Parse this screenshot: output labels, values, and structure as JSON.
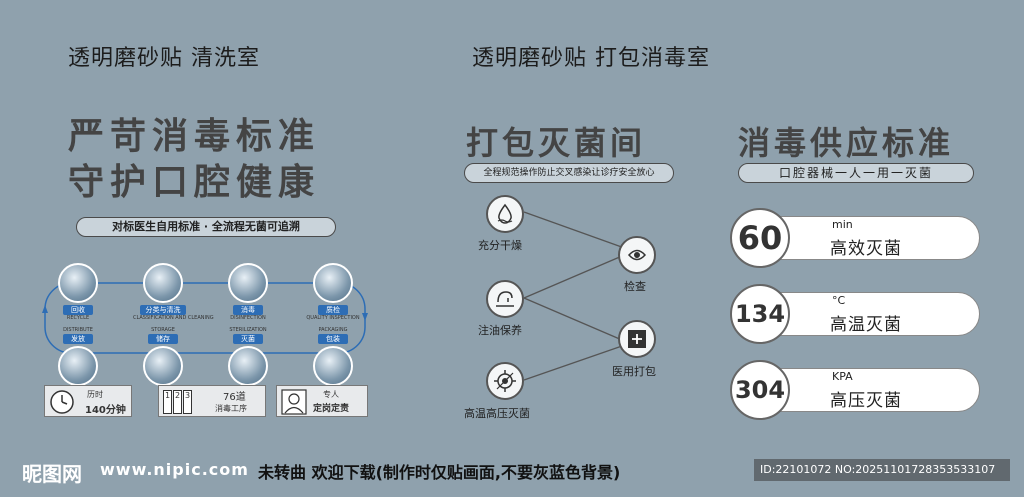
{
  "titles": {
    "left": "透明磨砂贴 清洗室",
    "right": "透明磨砂贴 打包消毒室"
  },
  "left_panel": {
    "headline_1": "严苛消毒标准",
    "headline_2": "守护口腔健康",
    "subtitle": "对标医生自用标准 · 全流程无菌可追溯",
    "flow_top": [
      {
        "tag": "回收",
        "sub": "RECYCLE"
      },
      {
        "tag": "分类与清洗",
        "sub": "CLASSIFICATION AND CLEANING"
      },
      {
        "tag": "消毒",
        "sub": "DISINFECTION"
      },
      {
        "tag": "质检",
        "sub": "QUALITY INSPECTION"
      }
    ],
    "flow_bottom": [
      {
        "tag": "发放",
        "sub": "DISTRIBUTE"
      },
      {
        "tag": "储存",
        "sub": "STORAGE"
      },
      {
        "tag": "灭菌",
        "sub": "STERILIZATION"
      },
      {
        "tag": "包装",
        "sub": "PACKAGING"
      }
    ],
    "stats": [
      {
        "small": "历时",
        "big": "140分钟"
      },
      {
        "small": "76道",
        "big": "消毒工序"
      },
      {
        "small": "专人",
        "big": "定岗定责"
      }
    ],
    "calendar_digits": [
      "1",
      "2",
      "3"
    ]
  },
  "mid_panel": {
    "title": "打包灭菌间",
    "subtitle": "全程规范操作防止交叉感染让诊疗安全放心",
    "nodes": [
      {
        "label": "充分干燥",
        "icon": "water-drop-icon"
      },
      {
        "label": "注油保养",
        "icon": "oil-icon"
      },
      {
        "label": "高温高压灭菌",
        "icon": "gear-virus-icon"
      },
      {
        "label": "检查",
        "icon": "eye-shield-icon"
      },
      {
        "label": "医用打包",
        "icon": "package-icon"
      }
    ]
  },
  "right_panel": {
    "title": "消毒供应标准",
    "subtitle": "口腔器械一人一用一灭菌",
    "rows": [
      {
        "number": "60",
        "unit": "min",
        "label": "高效灭菌"
      },
      {
        "number": "134",
        "unit": "°C",
        "label": "高温灭菌"
      },
      {
        "number": "304",
        "unit": "KPA",
        "label": "高压灭菌"
      }
    ]
  },
  "footer": {
    "logo_text": "昵图网",
    "site": "www.nipic.com",
    "note": "未转曲 欢迎下载(制作时仅贴画面,不要灰蓝色背景)",
    "id_text": "ID:22101072 NO:20251101728353533107"
  },
  "colors": {
    "background": "#8fa1ad",
    "accent_blue": "#2d6db5",
    "text_dark": "#444444"
  }
}
